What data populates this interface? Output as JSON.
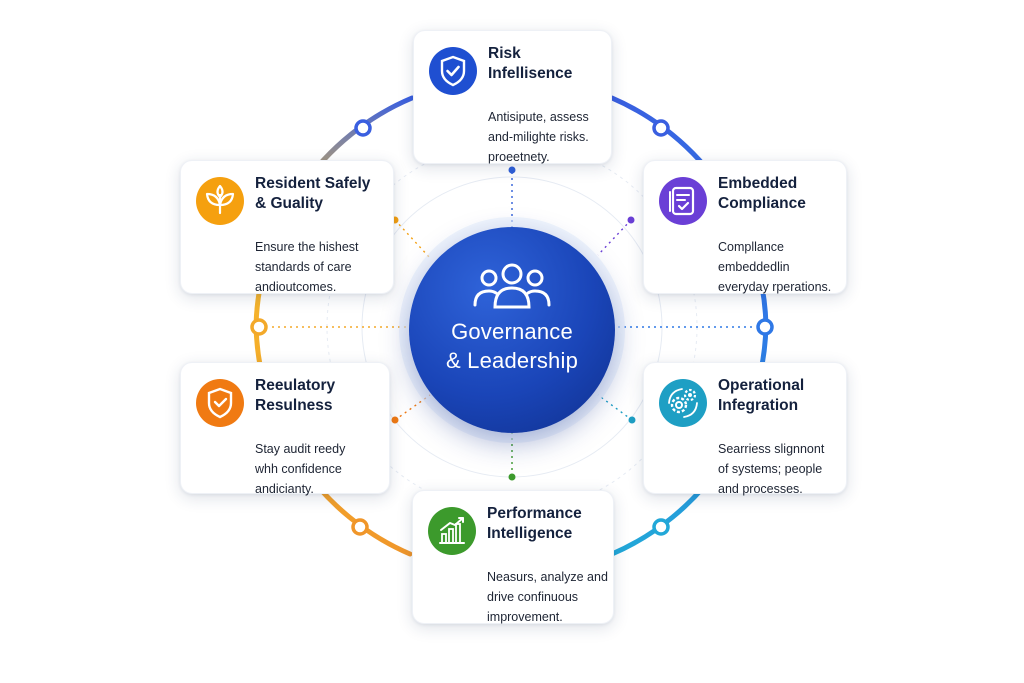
{
  "center": {
    "title_line1": "Governance",
    "title_line2": "& Leadership",
    "icon": "people-group-icon"
  },
  "pillars": [
    {
      "id": "risk",
      "icon": "shield-check-icon",
      "color": "#1f4fd1",
      "title": [
        "Risk",
        "Infellisence"
      ],
      "desc": [
        "Antisipute, assess",
        "and-milighte risks.",
        "proeetnety."
      ]
    },
    {
      "id": "resident",
      "icon": "leaf-sprout-icon",
      "color": "#f5a00f",
      "title": [
        "Resident Safely",
        "& Guality"
      ],
      "desc": [
        "Ensure the hishest",
        "standards of care",
        "andioutcomes."
      ]
    },
    {
      "id": "compliance",
      "icon": "document-check-icon",
      "color": "#6a3fd6",
      "title": [
        "Embedded",
        "Compliance"
      ],
      "desc": [
        "Compllance",
        "embeddedlin",
        "everyday rperations."
      ]
    },
    {
      "id": "regulatory",
      "icon": "shield-heart-icon",
      "color": "#f07a12",
      "title": [
        "Reeulatory",
        "Resulness"
      ],
      "desc": [
        "Stay audit reedy",
        "whh confidence",
        "andicianty."
      ]
    },
    {
      "id": "operational",
      "icon": "gears-icon",
      "color": "#1e9fc4",
      "title": [
        "Operational",
        "Infegration"
      ],
      "desc": [
        "Searriess slignnont",
        "of systems; people",
        "and processes."
      ]
    },
    {
      "id": "performance",
      "icon": "bar-chart-growth-icon",
      "color": "#3c9a2c",
      "title": [
        "Performance",
        "Intelligence"
      ],
      "desc": [
        "Neasurs, analyze and",
        "drive confinuous",
        "improvement."
      ]
    }
  ]
}
